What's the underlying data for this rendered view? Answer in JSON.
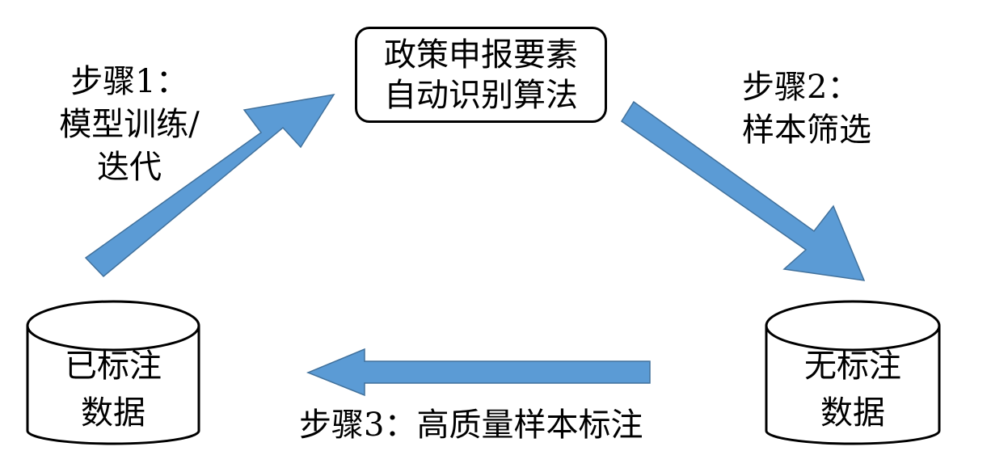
{
  "algorithm_box": {
    "line1": "政策申报要素",
    "line2": "自动识别算法"
  },
  "labeled_data": {
    "line1": "已标注",
    "line2": "数据"
  },
  "unlabeled_data": {
    "line1": "无标注",
    "line2": "数据"
  },
  "step1": {
    "line1": "步骤1：",
    "line2": "模型训练/",
    "line3": "迭代"
  },
  "step2": {
    "line1": "步骤2：",
    "line2": "样本筛选"
  },
  "step3": {
    "text": "步骤3：高质量样本标注"
  },
  "colors": {
    "arrow_fill": "#5b9bd5",
    "arrow_stroke": "#41719c",
    "outline": "#000000"
  }
}
